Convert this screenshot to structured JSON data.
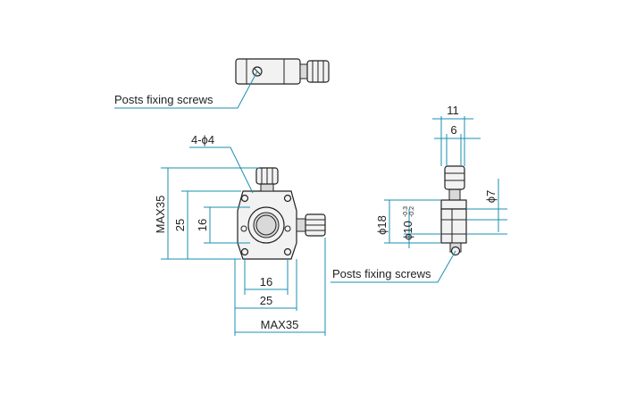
{
  "labels": {
    "posts_fixing_screws_top": "Posts fixing screws",
    "posts_fixing_screws_side": "Posts fixing screws",
    "holes": "4-ϕ4"
  },
  "front_view": {
    "height_max": "MAX35",
    "height_outer": "25",
    "height_inner": "16",
    "width_inner": "16",
    "width_outer": "25",
    "width_max": "MAX35"
  },
  "side_view": {
    "width_outer": "11",
    "width_inner": "6",
    "phi7": "ϕ7",
    "phi18": "ϕ18",
    "phi10": "ϕ10",
    "tol_upper": "-0.3",
    "tol_lower": "-0.2"
  },
  "colors": {
    "dimension": "#1a8fb0",
    "outline": "#222222"
  }
}
